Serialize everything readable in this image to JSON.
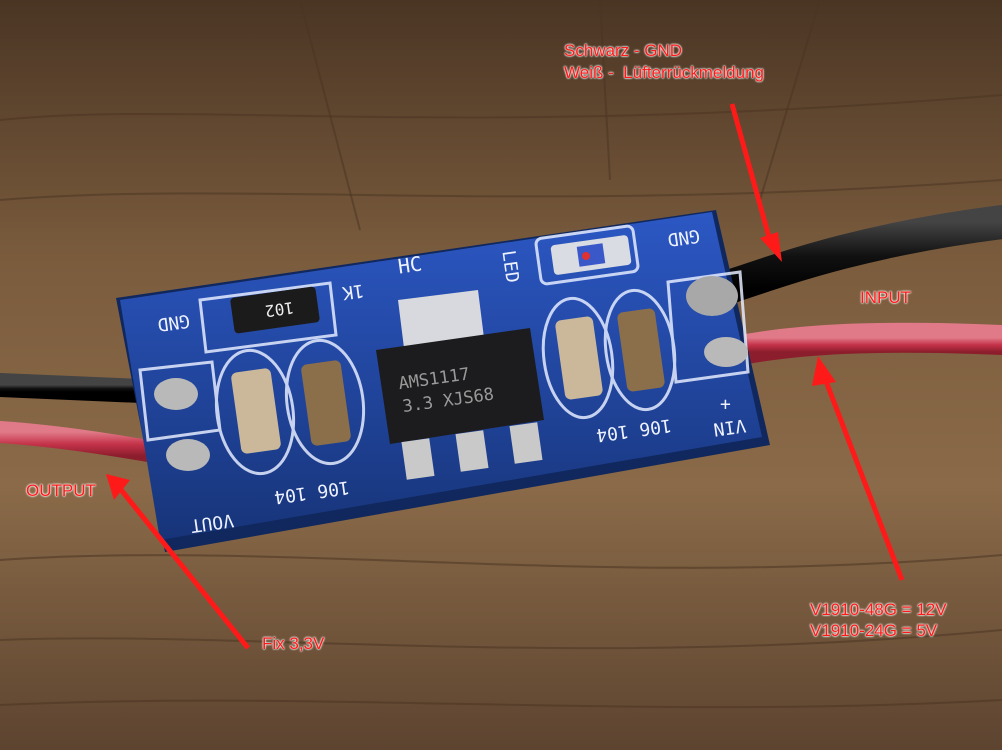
{
  "annotations": {
    "ground_wire": "Schwarz - GND",
    "feedback_wire": "Weiß -  Lüfterrückmeldung",
    "input": "INPUT",
    "output": "OUTPUT",
    "v48": "V1910-48G = 12V",
    "v24": "V1910-24G = 5V",
    "fixed_voltage": "Fix 3,3V"
  },
  "board_markings": {
    "gnd_left": "GND",
    "gnd_right": "GND",
    "resistor": "102",
    "led_text": "LED",
    "hc_text": "HC",
    "k_text": "1K",
    "regulator_line1": "AMS1117",
    "regulator_line2": "3.3 XJS68",
    "caps_left": "106 104",
    "caps_right": "106 104",
    "vin": "VIN",
    "vout": "VOUT",
    "plus": "+"
  },
  "colors": {
    "annotation": "#ff1a1a",
    "pcb": "#1e3f9c",
    "wood": "#7a5a3a"
  }
}
